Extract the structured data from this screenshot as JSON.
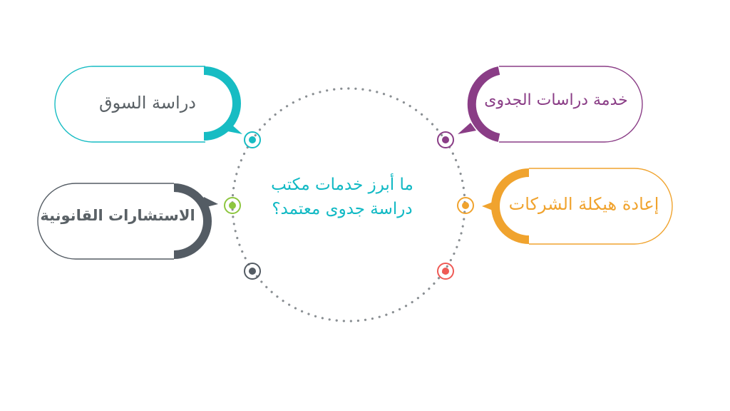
{
  "center_question": {
    "line1": "ما أبرز خدمات مكتب",
    "line2": "دراسة جدوى معتمد؟"
  },
  "items": [
    {
      "id": "market-study",
      "label": "دراسة السوق",
      "color": "#17bcc3"
    },
    {
      "id": "feasibility-service",
      "label": "خدمة دراسات الجدوى",
      "color": "#8a3d86"
    },
    {
      "id": "restructuring",
      "label": "إعادة هيكلة الشركات",
      "color": "#f0a32e"
    },
    {
      "id": "legal-consulting",
      "label": "الاستشارات القانونية",
      "color": "#545c64"
    }
  ],
  "dot_colors": {
    "cyan": "#17bcc3",
    "purple": "#8a3d86",
    "green": "#8dc63f",
    "orange": "#f0a32e",
    "gray": "#545c64",
    "red": "#ef5a55"
  }
}
